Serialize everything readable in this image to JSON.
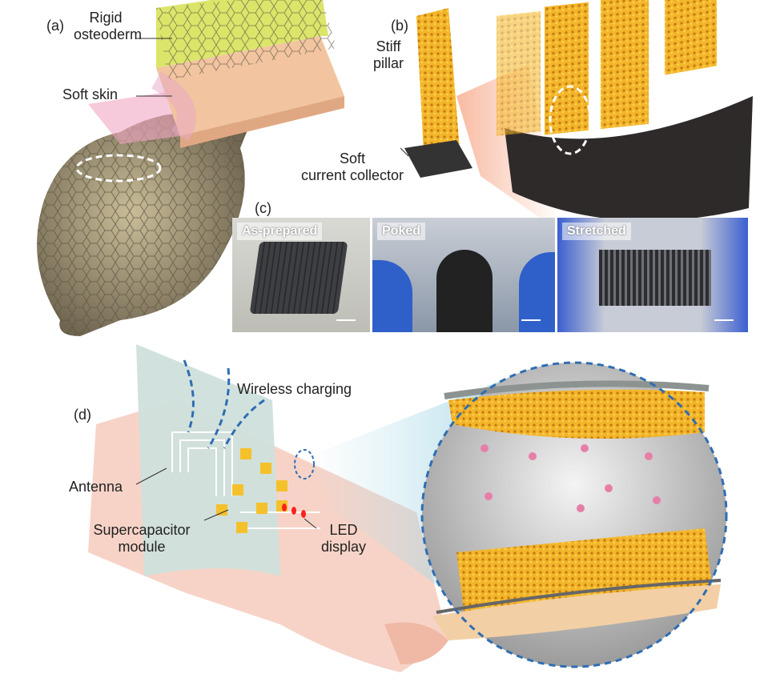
{
  "panels": {
    "a": {
      "label": "(a)",
      "rigid": "Rigid\nosteoderm",
      "rigid_l1": "Rigid",
      "rigid_l2": "osteoderm",
      "soft": "Soft skin"
    },
    "b": {
      "label": "(b)",
      "stiff_l1": "Stiff",
      "stiff_l2": "pillar",
      "coll_l1": "Soft",
      "coll_l2": "current collector"
    },
    "c": {
      "label": "(c)",
      "photos": [
        "As-prepared",
        "Poked",
        "Stretched"
      ]
    },
    "d": {
      "label": "(d)",
      "wireless": "Wireless charging",
      "antenna": "Antenna",
      "super_l1": "Supercapacitor",
      "super_l2": "module",
      "led_l1": "LED",
      "led_l2": "display"
    }
  },
  "colors": {
    "sponge": "#f0b429",
    "osteoderm": "#dbe56a",
    "skin": "#f2c9a8",
    "dash": "#2f6db3",
    "led": "#ff2020"
  }
}
